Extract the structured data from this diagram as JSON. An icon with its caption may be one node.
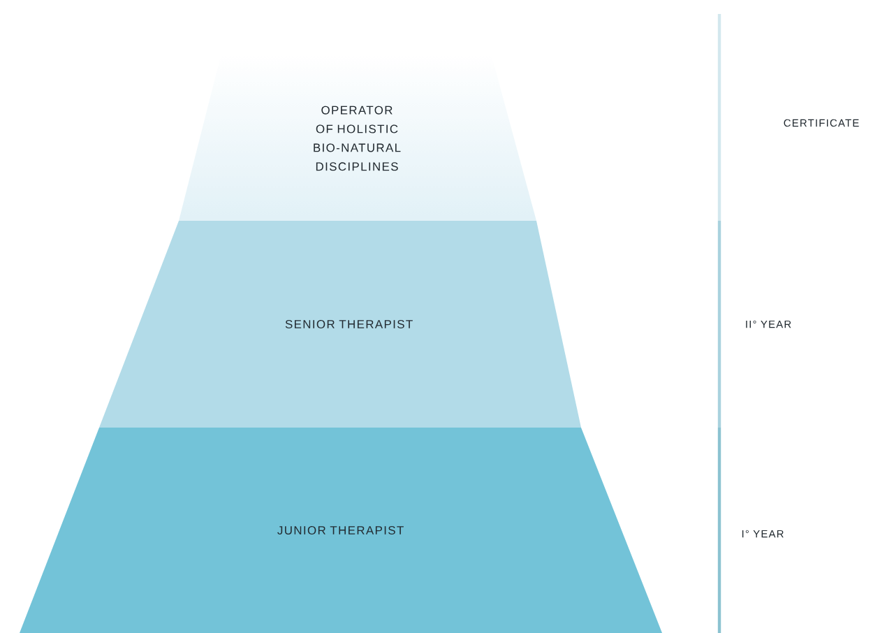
{
  "diagram": {
    "nodes": [
      {
        "text": [
          "OPERATOR OF HOLISTIC BIO-NATURAL DISCIPLINES"
        ]
      },
      {
        "text": [
          "SENIOR THERAPIST"
        ]
      },
      {
        "text": [
          "JUNIOR THERAPIST"
        ]
      }
    ],
    "labels": [
      "CERTIFICATE",
      "II° YEAR",
      "I° YEAR"
    ]
  }
}
